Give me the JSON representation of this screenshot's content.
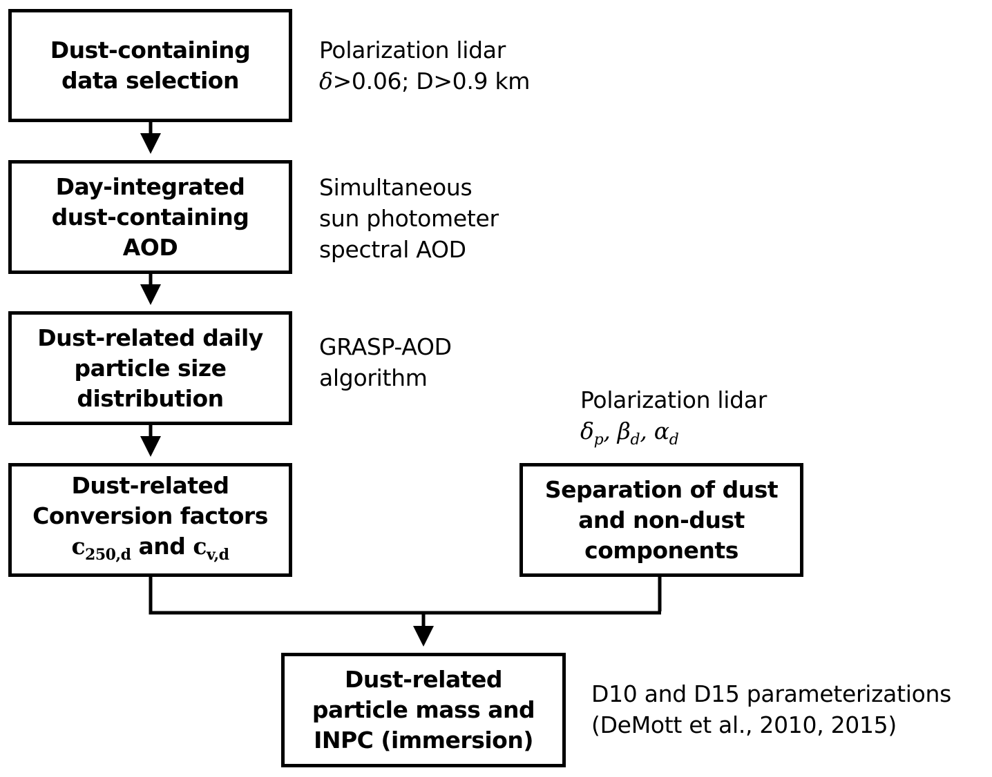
{
  "diagram": {
    "type": "flowchart",
    "boxes": [
      {
        "id": "box1",
        "lines": [
          "Dust-containing",
          "data selection"
        ]
      },
      {
        "id": "box2",
        "lines": [
          "Day-integrated",
          "dust-containing",
          "AOD"
        ]
      },
      {
        "id": "box3",
        "lines": [
          "Dust-related daily",
          "particle size",
          "distribution"
        ]
      },
      {
        "id": "box4",
        "lines": [
          "Dust-related",
          "Conversion factors"
        ],
        "formula": {
          "c1": "c",
          "c1_sub": "250,d",
          "and": "and",
          "c2": "c",
          "c2_sub": "v,d"
        }
      },
      {
        "id": "box5",
        "lines": [
          "Separation of dust",
          "and non-dust",
          "components"
        ]
      },
      {
        "id": "box6",
        "lines": [
          "Dust-related",
          "particle mass and",
          "INPC (immersion)"
        ]
      }
    ],
    "notes": [
      {
        "id": "note1",
        "lines": [
          "Polarization lidar"
        ],
        "math_line": {
          "delta": "δ",
          "rest": ">0.06; D>0.9 km"
        }
      },
      {
        "id": "note2",
        "lines": [
          "Simultaneous",
          "sun photometer",
          "spectral AOD"
        ]
      },
      {
        "id": "note3",
        "lines": [
          "GRASP-AOD",
          "algorithm"
        ]
      },
      {
        "id": "note4",
        "lines": [
          "Polarization lidar"
        ],
        "math_line": {
          "s1": "δ",
          "s1_sub": "p",
          "sep1": ", ",
          "s2": "β",
          "s2_sub": "d",
          "sep2": ", ",
          "s3": "α",
          "s3_sub": "d"
        }
      },
      {
        "id": "note5",
        "lines": [
          "D10 and D15 parameterizations",
          "(DeMott et al., 2010, 2015)"
        ]
      }
    ],
    "edges": [
      {
        "from": "box1",
        "to": "box2"
      },
      {
        "from": "box2",
        "to": "box3"
      },
      {
        "from": "box3",
        "to": "box4"
      },
      {
        "from": "box4",
        "to": "box6"
      },
      {
        "from": "box5",
        "to": "box6"
      }
    ]
  }
}
